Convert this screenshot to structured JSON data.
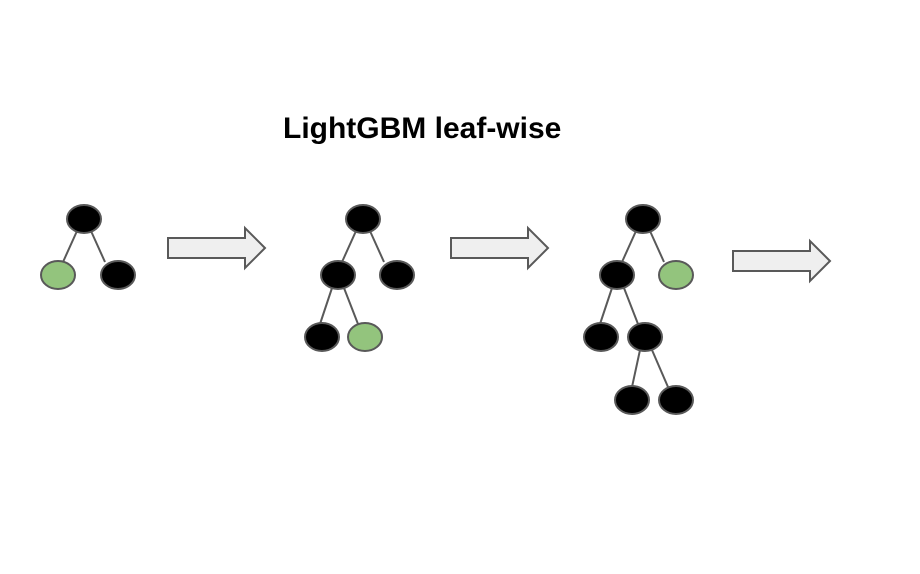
{
  "title": "LightGBM leaf-wise",
  "colors": {
    "node_internal": "#000000",
    "node_split_leaf": "#93c47d",
    "node_stroke": "#595959",
    "edge": "#595959",
    "arrow_fill": "#efefef",
    "arrow_stroke": "#595959"
  },
  "stages": [
    {
      "name": "stage-1",
      "nodes": [
        {
          "id": "root",
          "kind": "internal"
        },
        {
          "id": "left",
          "kind": "leaf-to-split"
        },
        {
          "id": "right",
          "kind": "leaf"
        }
      ]
    },
    {
      "name": "stage-2",
      "nodes": [
        {
          "id": "root",
          "kind": "internal"
        },
        {
          "id": "left",
          "kind": "internal"
        },
        {
          "id": "right",
          "kind": "leaf"
        },
        {
          "id": "left-left",
          "kind": "leaf"
        },
        {
          "id": "left-right",
          "kind": "leaf-to-split"
        }
      ]
    },
    {
      "name": "stage-3",
      "nodes": [
        {
          "id": "root",
          "kind": "internal"
        },
        {
          "id": "left",
          "kind": "internal"
        },
        {
          "id": "right",
          "kind": "leaf-to-split"
        },
        {
          "id": "left-left",
          "kind": "leaf"
        },
        {
          "id": "left-right",
          "kind": "internal"
        },
        {
          "id": "left-right-left",
          "kind": "leaf"
        },
        {
          "id": "left-right-right",
          "kind": "leaf"
        }
      ]
    }
  ],
  "arrows": [
    {
      "name": "arrow-1",
      "direction": "right"
    },
    {
      "name": "arrow-2",
      "direction": "right"
    },
    {
      "name": "arrow-3",
      "direction": "right"
    }
  ]
}
